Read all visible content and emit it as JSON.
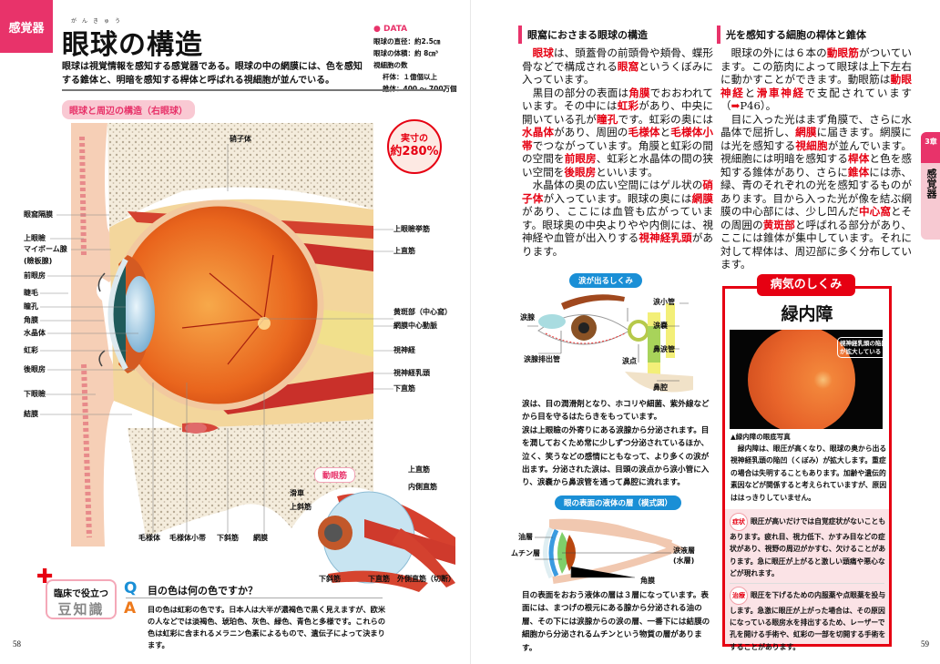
{
  "left": {
    "category": "感覚器",
    "title": "眼球の構造",
    "title_ruby": "がんきゅう",
    "intro": "眼球は視覚情報を感知する感覚器である。眼球の中の網膜には、色を感知する錐体と、明暗を感知する桿体と呼ばれる視細胞が並んでいる。",
    "data": {
      "heading": "DATA",
      "lines": [
        "眼球の直径：約2.5㎝",
        "眼球の体積：約 8㎝³",
        "視細胞の数",
        "杆体：１億個以上",
        "錐体：400 ～ 700万個"
      ]
    },
    "diagram_title": "眼球と周辺の構造（右眼球）",
    "scale_badge": {
      "line1": "実寸の",
      "line2": "約280%"
    },
    "labels_left": [
      "眼窩隔膜",
      "上眼瞼",
      "マイボーム腺",
      "(瞼板腺)",
      "前眼房",
      "睫毛",
      "瞳孔",
      "角膜",
      "水晶体",
      "虹彩",
      "後眼房",
      "下眼瞼",
      "結膜"
    ],
    "labels_right": [
      "硝子体",
      "上眼瞼挙筋",
      "上直筋",
      "黄斑部（中心窩）",
      "網膜中心動脈",
      "視神経",
      "視神経乳頭",
      "下直筋"
    ],
    "labels_bottom": [
      "毛様体",
      "毛様体小帯",
      "下斜筋",
      "網膜"
    ],
    "muscles": {
      "title": "動眼筋",
      "labels": [
        "上直筋",
        "内側直筋",
        "滑車",
        "上斜筋",
        "下斜筋",
        "下直筋",
        "外側直筋（切断）"
      ]
    },
    "tip": {
      "badge_line1": "臨床で役立つ",
      "badge_line2": "豆知識",
      "q_mark": "Q",
      "a_mark": "A",
      "question": "目の色は何の色ですか？",
      "answer": "目の色は虹彩の色です。日本人は大半が濃褐色で黒く見えますが、欧米の人などでは淡褐色、琥珀色、灰色、緑色、青色と多様です。これらの色は虹彩に含まれるメラニン色素によるもので、遺伝子によって決まります。"
    },
    "page_number": "58"
  },
  "right": {
    "sec1": {
      "heading": "眼窩におさまる眼球の構造",
      "paragraphs": [
        [
          [
            "眼球",
            1
          ],
          [
            "は、頭蓋骨の前頭骨や頬骨、蝶形骨などで構成される",
            0
          ],
          [
            "眼窩",
            1
          ],
          [
            "というくぼみに入っています。",
            0
          ]
        ],
        [
          [
            "黒目の部分の表面は",
            0
          ],
          [
            "角膜",
            1
          ],
          [
            "でおおわれています。その中には",
            0
          ],
          [
            "虹彩",
            1
          ],
          [
            "があり、中央に開いている孔が",
            0
          ],
          [
            "瞳孔",
            1
          ],
          [
            "です。虹彩の奥には",
            0
          ],
          [
            "水晶体",
            1
          ],
          [
            "があり、周囲の",
            0
          ],
          [
            "毛様体",
            1
          ],
          [
            "と",
            0
          ],
          [
            "毛様体小帯",
            1
          ],
          [
            "でつながっています。角膜と虹彩の間の空間を",
            0
          ],
          [
            "前眼房",
            1
          ],
          [
            "、虹彩と水晶体の間の狭い空間を",
            0
          ],
          [
            "後眼房",
            1
          ],
          [
            "といいます。",
            0
          ]
        ],
        [
          [
            "水晶体の奥の広い空間にはゲル状の",
            0
          ],
          [
            "硝子体",
            1
          ],
          [
            "が入っています。眼球の奥には",
            0
          ],
          [
            "網膜",
            1
          ],
          [
            "があり、ここには血管も広がっています。眼球奥の中央よりやや内側には、視神経や血管が出入りする",
            0
          ],
          [
            "視神経乳頭",
            1
          ],
          [
            "があります。",
            0
          ]
        ]
      ]
    },
    "sec2": {
      "heading": "光を感知する細胞の桿体と錐体",
      "paragraphs": [
        [
          [
            "眼球の外には６本の",
            0
          ],
          [
            "動眼筋",
            1
          ],
          [
            "がついています。この筋肉によって眼球は上下左右に動かすことができます。動眼筋は",
            0
          ],
          [
            "動眼神経",
            1
          ],
          [
            "と",
            0
          ],
          [
            "滑車神経",
            1
          ],
          [
            "で支配されています（",
            0
          ],
          [
            "➡",
            1
          ],
          [
            "P46）。",
            0
          ]
        ],
        [
          [
            "目に入った光はまず角膜で、さらに水晶体で屈折し、",
            0
          ],
          [
            "網膜",
            1
          ],
          [
            "に届きます。網膜には光を感知する",
            0
          ],
          [
            "視細胞",
            1
          ],
          [
            "が並んでいます。視細胞には明暗を感知する",
            0
          ],
          [
            "桿体",
            1
          ],
          [
            "と色を感知する錐体があり、さらに",
            0
          ],
          [
            "錐体",
            1
          ],
          [
            "には赤、緑、青のそれぞれの光を感知するものがあります。目から入った光が像を結ぶ網膜の中心部には、少し凹んだ",
            0
          ],
          [
            "中心窩",
            1
          ],
          [
            "とその周囲の",
            0
          ],
          [
            "黄斑部",
            1
          ],
          [
            "と呼ばれる部分があり、ここには錐体が集中しています。それに対して桿体は、周辺部に多く分布しています。",
            0
          ]
        ]
      ]
    },
    "tears": {
      "title": "涙が出るしくみ",
      "labels": [
        "涙腺",
        "涙腺排出管",
        "涙小管",
        "涙嚢",
        "鼻涙管",
        "涙点",
        "鼻腔"
      ],
      "text1": "涙は、目の潤滑剤となり、ホコリや細菌、紫外線などから目を守るはたらきをもっています。",
      "text2": "涙は上眼瞼の外寄りにある涙腺から分泌されます。目を潤しておくため常に少しずつ分泌されているほか、泣く、笑うなどの感情にともなって、より多くの涙が出ます。分泌された涙は、目頭の涙点から涙小管に入り、涙嚢から鼻涙管を通って鼻腔に流れます。"
    },
    "layers": {
      "title": "眼の表面の液体の層（模式図）",
      "labels": [
        "油層",
        "ムチン層",
        "涙液層",
        "(水層)",
        "角膜"
      ],
      "text": "目の表面をおおう液体の層は３層になっています。表面には、まつげの根元にある腺から分泌される油の層、その下には涙腺からの涙の層、一番下には結膜の細胞から分泌されるムチンという物質の層があります。"
    },
    "side_tab": {
      "chapter": "3章",
      "label": "感覚器"
    },
    "disease": {
      "badge": "病気のしくみ",
      "title": "緑内障",
      "photo_callout": "視神経乳頭の陥凹が拡大している",
      "caption": "▲緑内障の眼底写真",
      "text": "緑内障は、眼圧が高くなり、眼球の奥から出る視神経乳頭の陥凹（くぼみ）が拡大します。重症の場合は失明することもあります。加齢や遺伝的素因などが関係すると考えられていますが、原因ははっきりしていません。",
      "symptoms_label": "症状",
      "symptoms": "眼圧が高いだけでは自覚症状がないこともあります。疲れ目、視力低下、かすみ目などの症状があり、視野の周辺がかすむ、欠けることがあります。急に眼圧が上がると激しい頭痛や悪心などが現れます。",
      "treatment_label": "治療",
      "treatment": "眼圧を下げるための内服薬や点眼薬を投与します。急激に眼圧が上がった場合は、その原因になっている眼房水を排出するため、レーザーで孔を開ける手術や、虹彩の一部を切開する手術をすることがあります。"
    },
    "page_number": "59"
  },
  "colors": {
    "accent": "#e8336a",
    "highlight": "#e60012",
    "blue": "#1a8fd6"
  }
}
